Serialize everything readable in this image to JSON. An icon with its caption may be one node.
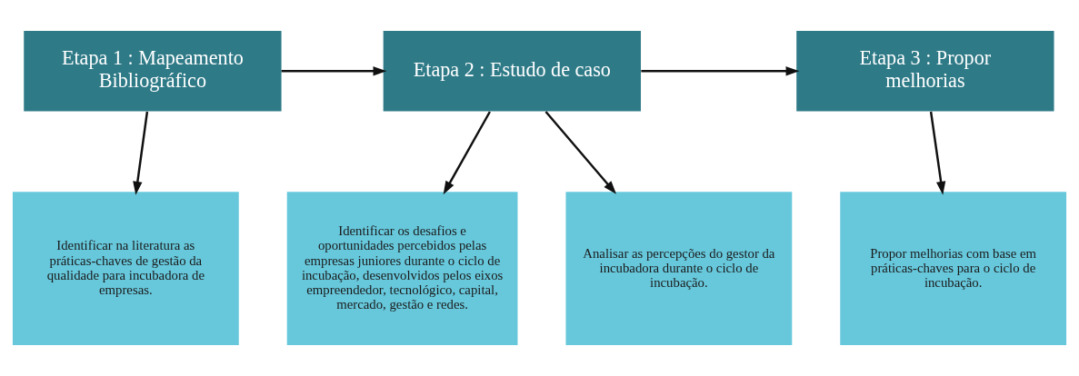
{
  "diagram": {
    "nodes": [
      {
        "text": [
          "Etapa 1 : Mapeamento Bibliográfico"
        ]
      },
      {
        "text": [
          "Etapa 2 : Estudo de caso"
        ]
      },
      {
        "text": [
          "Etapa 3 : Propor melhorias"
        ]
      },
      {
        "text": [
          "Identificar na literatura as práticas-chaves de gestão da qualidade para incubadora de empresas."
        ]
      },
      {
        "text": [
          "Identificar os desafios e oportunidades percebidos pelas empresas juniores durante o ciclo de incubação, desenvolvidos pelos eixos empreendedor, tecnológico, capital, mercado, gestão e redes."
        ]
      },
      {
        "text": [
          "Analisar as percepções do gestor da incubadora durante o ciclo de incubação."
        ]
      },
      {
        "text": [
          "Propor melhorias com base em práticas-chaves para o ciclo de incubação."
        ]
      }
    ],
    "edges": [
      {
        "from": 0,
        "to": 1,
        "arrow": "to"
      },
      {
        "from": 1,
        "to": 2,
        "arrow": "to"
      },
      {
        "from": 0,
        "to": 3,
        "arrow": "to"
      },
      {
        "from": 1,
        "to": 4,
        "arrow": "to"
      },
      {
        "from": 1,
        "to": 5,
        "arrow": "to"
      },
      {
        "from": 2,
        "to": 6,
        "arrow": "to"
      }
    ]
  }
}
